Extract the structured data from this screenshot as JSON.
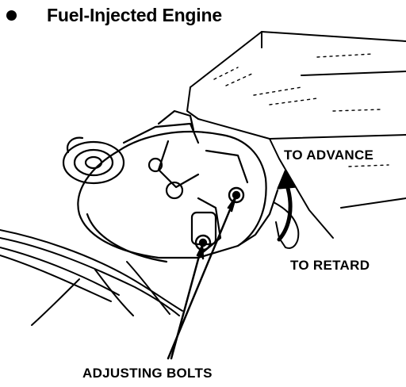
{
  "heading": {
    "bullet_icon": "bullet-icon",
    "text": "Fuel-Injected Engine"
  },
  "labels": {
    "advance": "TO ADVANCE",
    "retard": "TO RETARD",
    "bolts": "ADJUSTING BOLTS"
  },
  "illustration": {
    "subject": "distributor-on-engine-illustration",
    "arrow_icon": "curved-rotation-arrow-icon"
  }
}
